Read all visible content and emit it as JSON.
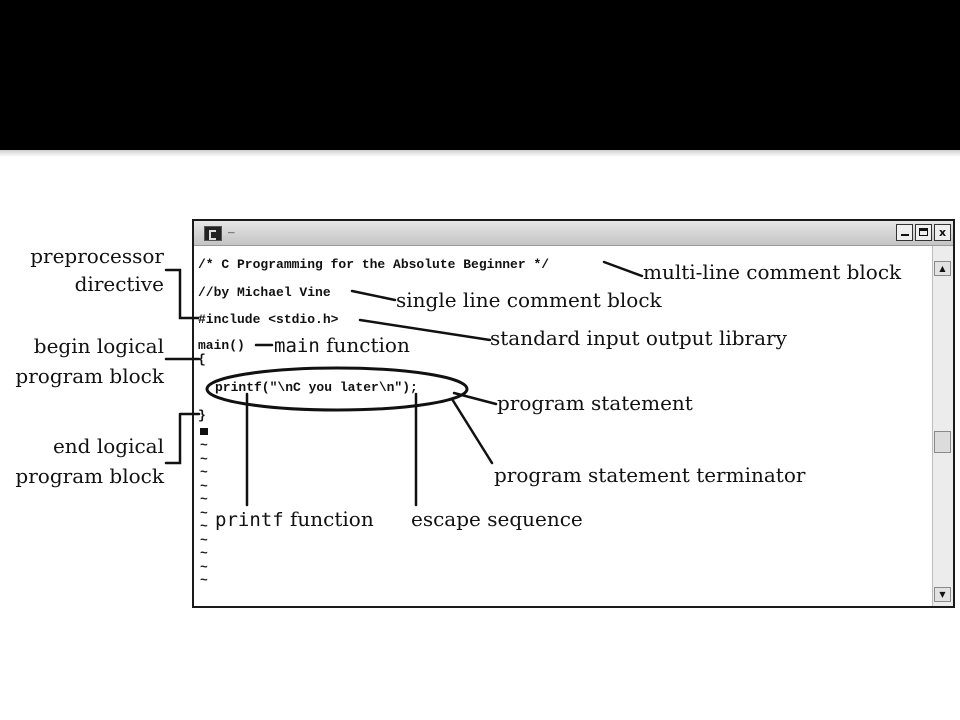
{
  "window": {
    "title_dash": "–",
    "min_label": "",
    "max_label": "",
    "close_label": "x",
    "scroll_up": "▲",
    "scroll_down": "▼"
  },
  "code": {
    "line1": "/* C Programming for the Absolute Beginner */",
    "line2": "//by Michael Vine",
    "line3": "#include <stdio.h>",
    "line4": "main()",
    "line5": "{",
    "line6": "printf(\"\\nC you later\\n\");",
    "line7": "}",
    "tilde": "~"
  },
  "labels": {
    "multiline_comment": "multi-line comment block",
    "single_comment": "single line comment block",
    "stdio_library": "standard input output library",
    "main_word": "main",
    "main_rest": " function",
    "program_statement": "program statement",
    "statement_terminator": "program statement terminator",
    "printf_word": "printf",
    "printf_rest": " function",
    "escape_sequence": "escape sequence",
    "preprocessor_1": "preprocessor",
    "preprocessor_2": "directive",
    "begin_block_1": "begin logical",
    "begin_block_2": "program block",
    "end_block_1": "end logical",
    "end_block_2": "program block"
  }
}
